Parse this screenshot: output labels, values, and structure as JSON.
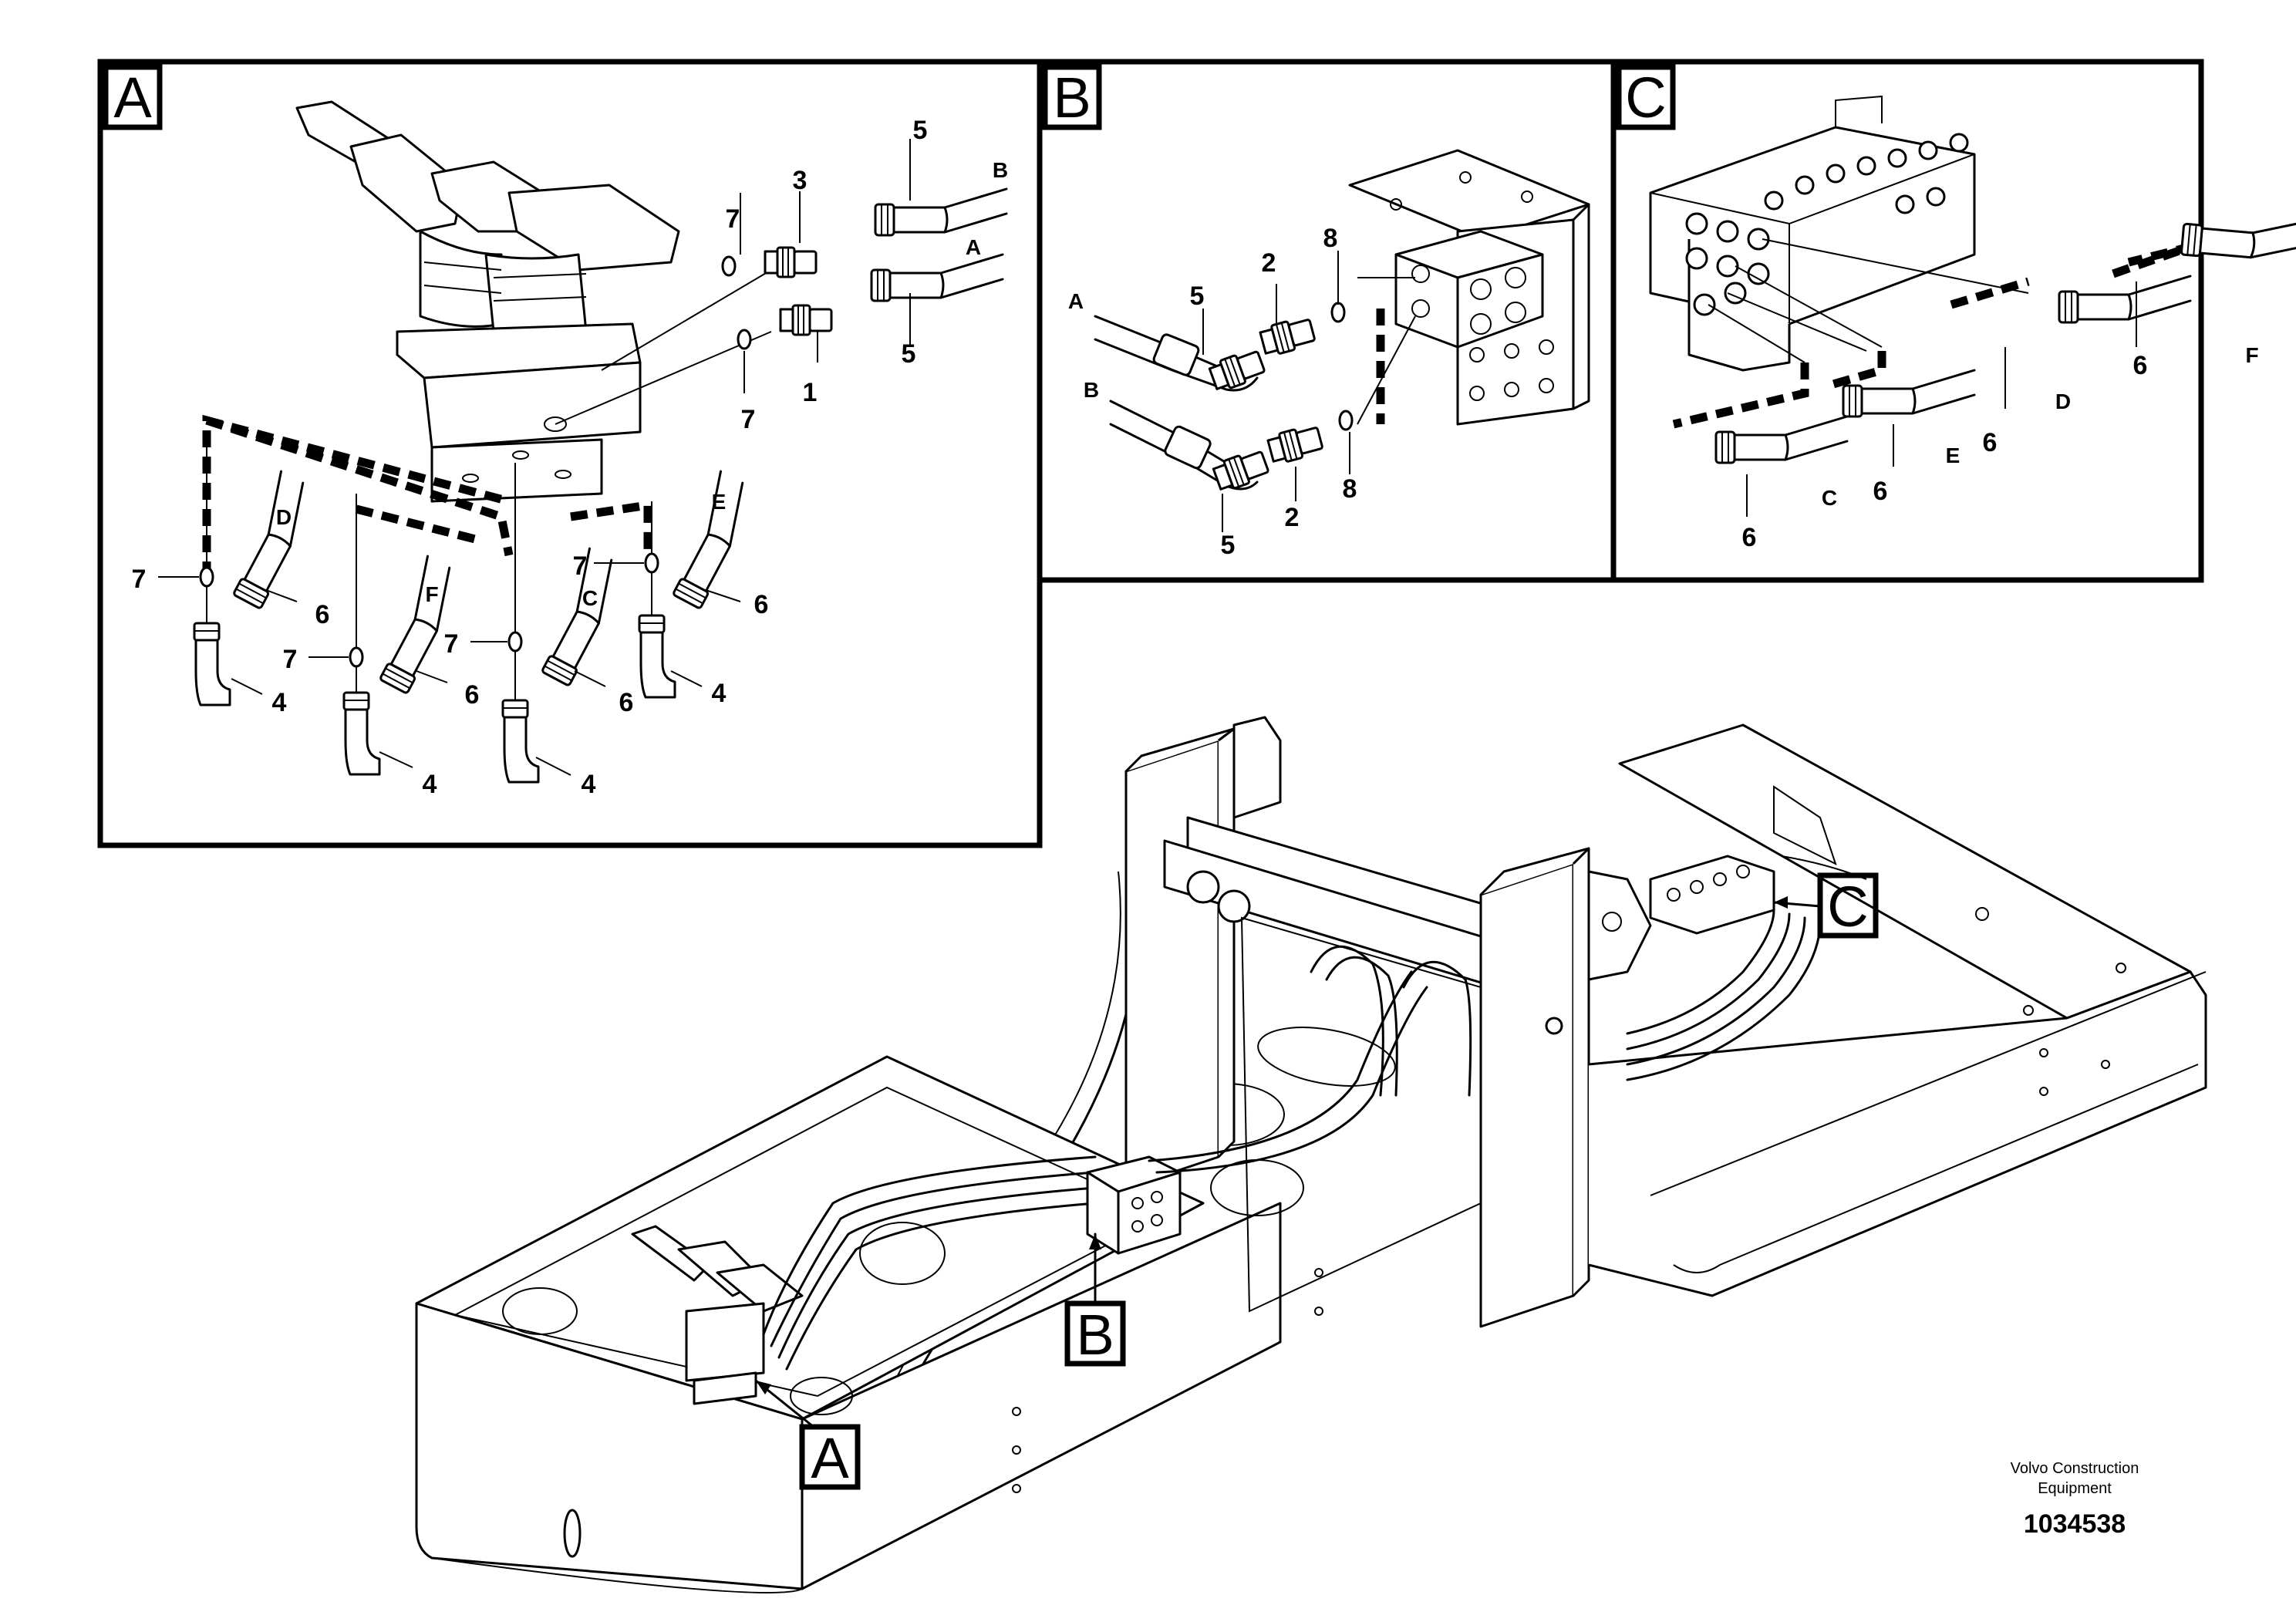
{
  "detail_a": {
    "badge": "A",
    "callouts": {
      "c1": "1",
      "c3": "3",
      "c4": "4",
      "c5": "5",
      "c6": "6",
      "c7": "7"
    },
    "hose_letters": {
      "a": "A",
      "b": "B",
      "c": "C",
      "d": "D",
      "e": "E",
      "f": "F"
    }
  },
  "detail_b": {
    "badge": "B",
    "callouts": {
      "c2": "2",
      "c5": "5",
      "c8": "8"
    },
    "hose_letters": {
      "a": "A",
      "b": "B"
    }
  },
  "detail_c": {
    "badge": "C",
    "callouts": {
      "c6": "6"
    },
    "hose_letters": {
      "c": "C",
      "d": "D",
      "e": "E",
      "f": "F"
    }
  },
  "overview": {
    "callout_a": "A",
    "callout_b": "B",
    "callout_c": "C"
  },
  "footer": {
    "credit_line1": "Volvo Construction",
    "credit_line2": "Equipment",
    "doc_number": "1034538"
  }
}
